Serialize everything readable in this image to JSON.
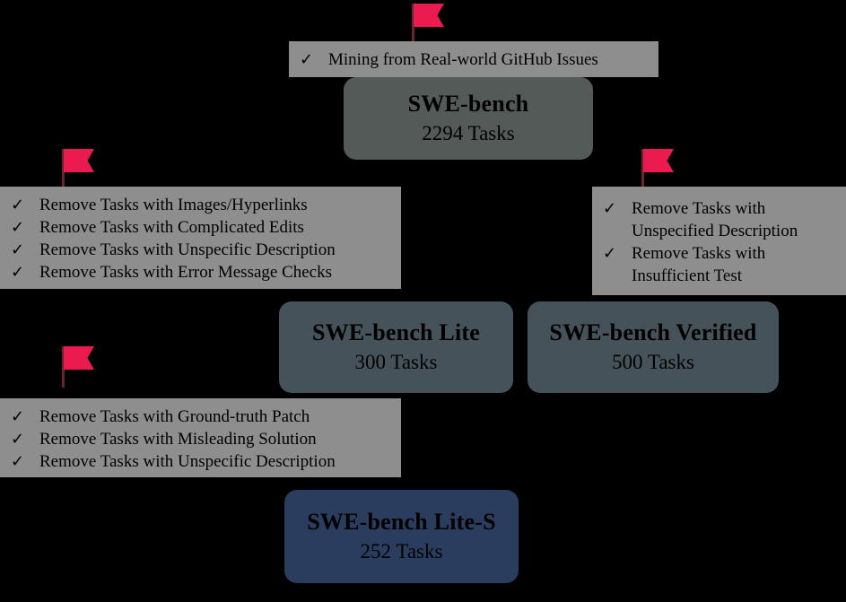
{
  "diagram": {
    "title": "SWE-bench dataset filtering pipeline",
    "colors": {
      "background": "#000000",
      "flag": "#ec1b4f",
      "flag_pole": "#6b2233",
      "checklist_bg": "#8e8e8e",
      "node_olive": "#545a58",
      "node_slate": "#465259",
      "node_navy": "#2b3d5e",
      "text": "#000000"
    },
    "flag_icons": [
      {
        "name": "flag-icon-source",
        "label": "flag"
      },
      {
        "name": "flag-icon-lite",
        "label": "flag"
      },
      {
        "name": "flag-icon-verified",
        "label": "flag"
      },
      {
        "name": "flag-icon-lite-s",
        "label": "flag"
      }
    ],
    "checkmark": "✓",
    "checklists": [
      {
        "id": "source-filter",
        "items": [
          "Mining from Real-world GitHub Issues"
        ]
      },
      {
        "id": "lite-filter",
        "items": [
          "Remove Tasks with Images/Hyperlinks",
          "Remove Tasks with Complicated Edits",
          "Remove Tasks with Unspecific Description",
          "Remove Tasks with Error Message Checks"
        ]
      },
      {
        "id": "verified-filter",
        "items": [
          "Remove Tasks with Unspecified Description",
          "Remove Tasks with Insufficient Test"
        ]
      },
      {
        "id": "lite-s-filter",
        "items": [
          "Remove Tasks with Ground-truth Patch",
          "Remove Tasks with Misleading Solution",
          "Remove Tasks with Unspecific Description"
        ]
      }
    ],
    "nodes": [
      {
        "id": "swe-bench",
        "name": "SWE-bench",
        "count": "2294 Tasks"
      },
      {
        "id": "swe-bench-lite",
        "name": "SWE-bench Lite",
        "count": "300 Tasks"
      },
      {
        "id": "swe-bench-verified",
        "name": "SWE-bench Verified",
        "count": "500 Tasks"
      },
      {
        "id": "swe-bench-lite-s",
        "name": "SWE-bench Lite-S",
        "count": "252 Tasks"
      }
    ]
  }
}
